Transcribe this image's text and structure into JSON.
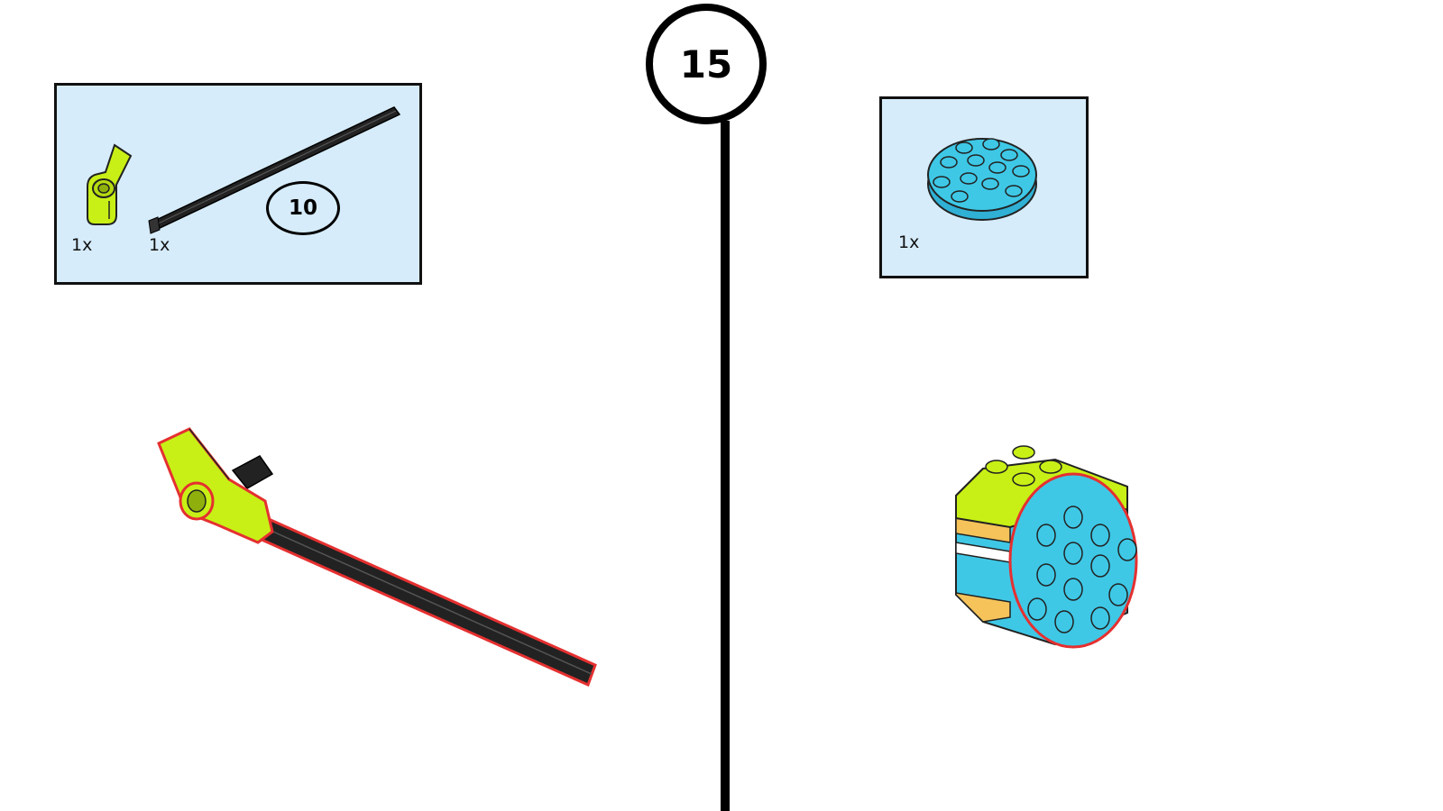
{
  "step": {
    "number": "15"
  },
  "left_parts": {
    "connector_qty": "1x",
    "axle_qty": "1x",
    "axle_length": "10"
  },
  "right_parts": {
    "plate_qty": "1x"
  },
  "colors": {
    "parts_bg": "#d6ecfa",
    "lime": "#c8f016",
    "cyan": "#3ec8e6",
    "orange": "#f6c35a",
    "axle": "#222222",
    "highlight": "#e53030"
  },
  "icons": [
    "angle-connector-icon",
    "axle-icon",
    "round-plate-icon"
  ]
}
